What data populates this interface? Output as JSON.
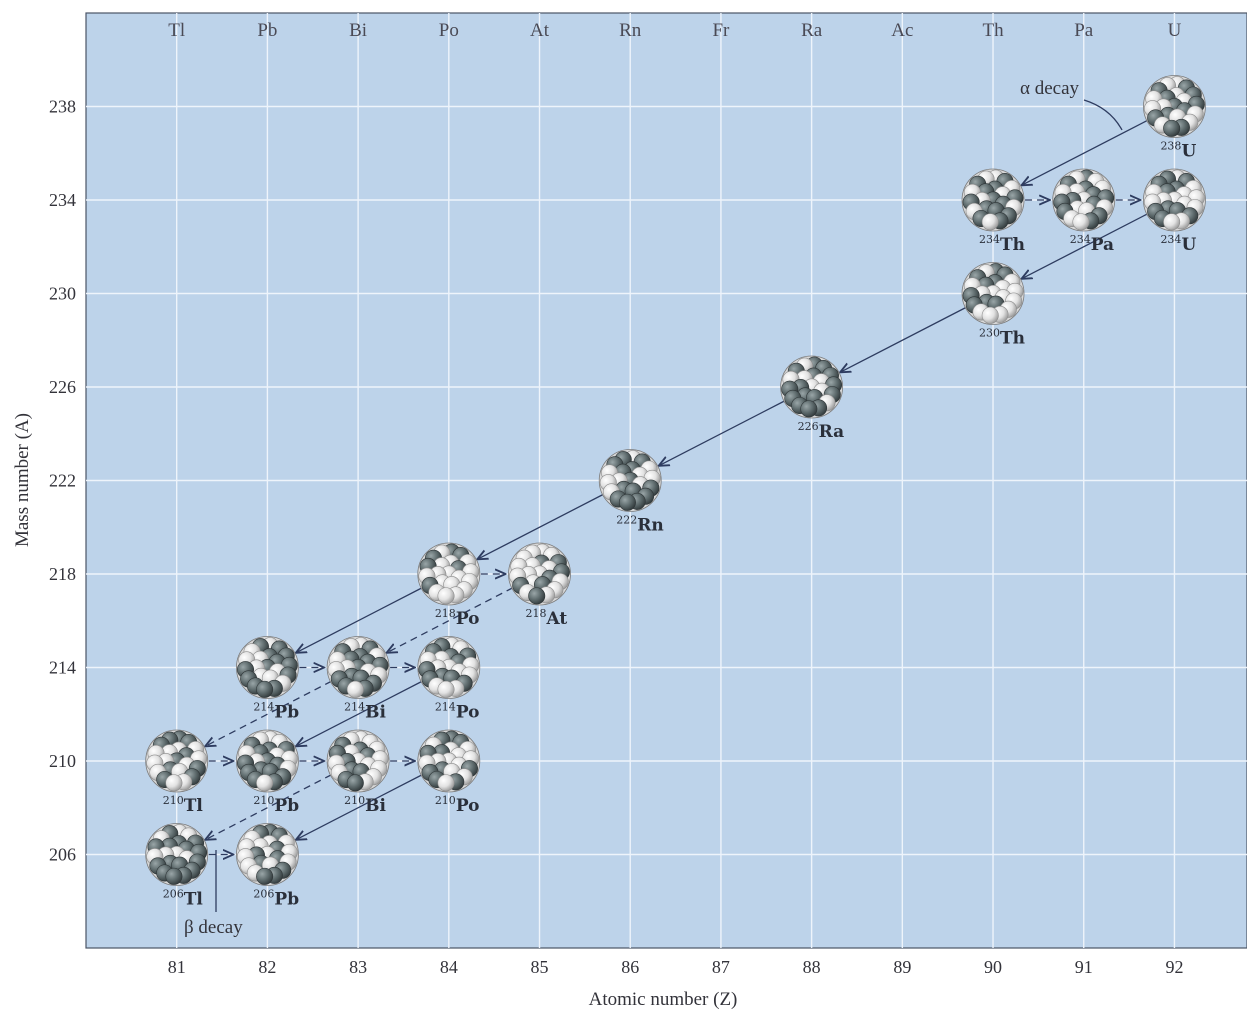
{
  "chart_data": {
    "type": "scatter",
    "xlabel": "Atomic number (Z)",
    "ylabel": "Mass number (A)",
    "xlim": [
      80,
      92.8
    ],
    "ylim": [
      202,
      242
    ],
    "x_ticks": [
      81,
      82,
      83,
      84,
      85,
      86,
      87,
      88,
      89,
      90,
      91,
      92
    ],
    "y_ticks": [
      206,
      210,
      214,
      218,
      222,
      226,
      230,
      234,
      238
    ],
    "top_elements": [
      {
        "z": 81,
        "symbol": "Tl"
      },
      {
        "z": 82,
        "symbol": "Pb"
      },
      {
        "z": 83,
        "symbol": "Bi"
      },
      {
        "z": 84,
        "symbol": "Po"
      },
      {
        "z": 85,
        "symbol": "At"
      },
      {
        "z": 86,
        "symbol": "Rn"
      },
      {
        "z": 87,
        "symbol": "Fr"
      },
      {
        "z": 88,
        "symbol": "Ra"
      },
      {
        "z": 89,
        "symbol": "Ac"
      },
      {
        "z": 90,
        "symbol": "Th"
      },
      {
        "z": 91,
        "symbol": "Pa"
      },
      {
        "z": 92,
        "symbol": "U"
      }
    ],
    "nuclides": [
      {
        "mass": "238",
        "symbol": "U",
        "z": 92,
        "a": 238
      },
      {
        "mass": "234",
        "symbol": "Th",
        "z": 90,
        "a": 234
      },
      {
        "mass": "234",
        "symbol": "Pa",
        "z": 91,
        "a": 234
      },
      {
        "mass": "234",
        "symbol": "U",
        "z": 92,
        "a": 234
      },
      {
        "mass": "230",
        "symbol": "Th",
        "z": 90,
        "a": 230
      },
      {
        "mass": "226",
        "symbol": "Ra",
        "z": 88,
        "a": 226
      },
      {
        "mass": "222",
        "symbol": "Rn",
        "z": 86,
        "a": 222
      },
      {
        "mass": "218",
        "symbol": "Po",
        "z": 84,
        "a": 218
      },
      {
        "mass": "218",
        "symbol": "At",
        "z": 85,
        "a": 218
      },
      {
        "mass": "214",
        "symbol": "Pb",
        "z": 82,
        "a": 214
      },
      {
        "mass": "214",
        "symbol": "Bi",
        "z": 83,
        "a": 214
      },
      {
        "mass": "214",
        "symbol": "Po",
        "z": 84,
        "a": 214
      },
      {
        "mass": "210",
        "symbol": "Tl",
        "z": 81,
        "a": 210
      },
      {
        "mass": "210",
        "symbol": "Pb",
        "z": 82,
        "a": 210
      },
      {
        "mass": "210",
        "symbol": "Bi",
        "z": 83,
        "a": 210
      },
      {
        "mass": "210",
        "symbol": "Po",
        "z": 84,
        "a": 210
      },
      {
        "mass": "206",
        "symbol": "Tl",
        "z": 81,
        "a": 206
      },
      {
        "mass": "206",
        "symbol": "Pb",
        "z": 82,
        "a": 206
      }
    ],
    "decays": [
      {
        "from": [
          92,
          238
        ],
        "to": [
          90,
          234
        ],
        "kind": "alpha",
        "style": "solid"
      },
      {
        "from": [
          90,
          234
        ],
        "to": [
          91,
          234
        ],
        "kind": "beta",
        "style": "dashed"
      },
      {
        "from": [
          91,
          234
        ],
        "to": [
          92,
          234
        ],
        "kind": "beta",
        "style": "dashed"
      },
      {
        "from": [
          92,
          234
        ],
        "to": [
          90,
          230
        ],
        "kind": "alpha",
        "style": "solid"
      },
      {
        "from": [
          90,
          230
        ],
        "to": [
          88,
          226
        ],
        "kind": "alpha",
        "style": "solid"
      },
      {
        "from": [
          88,
          226
        ],
        "to": [
          86,
          222
        ],
        "kind": "alpha",
        "style": "solid"
      },
      {
        "from": [
          86,
          222
        ],
        "to": [
          84,
          218
        ],
        "kind": "alpha",
        "style": "solid"
      },
      {
        "from": [
          84,
          218
        ],
        "to": [
          85,
          218
        ],
        "kind": "beta",
        "style": "dashed"
      },
      {
        "from": [
          84,
          218
        ],
        "to": [
          82,
          214
        ],
        "kind": "alpha",
        "style": "solid"
      },
      {
        "from": [
          85,
          218
        ],
        "to": [
          83,
          214
        ],
        "kind": "alpha",
        "style": "dashed"
      },
      {
        "from": [
          82,
          214
        ],
        "to": [
          83,
          214
        ],
        "kind": "beta",
        "style": "dashed"
      },
      {
        "from": [
          83,
          214
        ],
        "to": [
          84,
          214
        ],
        "kind": "beta",
        "style": "dashed"
      },
      {
        "from": [
          83,
          214
        ],
        "to": [
          81,
          210
        ],
        "kind": "alpha",
        "style": "dashed"
      },
      {
        "from": [
          84,
          214
        ],
        "to": [
          82,
          210
        ],
        "kind": "alpha",
        "style": "solid"
      },
      {
        "from": [
          81,
          210
        ],
        "to": [
          82,
          210
        ],
        "kind": "beta",
        "style": "dashed"
      },
      {
        "from": [
          82,
          210
        ],
        "to": [
          83,
          210
        ],
        "kind": "beta",
        "style": "dashed"
      },
      {
        "from": [
          83,
          210
        ],
        "to": [
          84,
          210
        ],
        "kind": "beta",
        "style": "dashed"
      },
      {
        "from": [
          83,
          210
        ],
        "to": [
          81,
          206
        ],
        "kind": "alpha",
        "style": "dashed"
      },
      {
        "from": [
          84,
          210
        ],
        "to": [
          82,
          206
        ],
        "kind": "alpha",
        "style": "solid"
      },
      {
        "from": [
          81,
          206
        ],
        "to": [
          82,
          206
        ],
        "kind": "beta",
        "style": "dashed"
      }
    ],
    "annotations": {
      "alpha_label": "α decay",
      "beta_label": "β decay"
    },
    "colors": {
      "plot_background": "#bdd3ea",
      "grid": "#eef4fb",
      "nucleus_light": "#f1f1f1",
      "nucleus_dark": "#5d6a6c",
      "arrow": "#2e3c60"
    }
  }
}
